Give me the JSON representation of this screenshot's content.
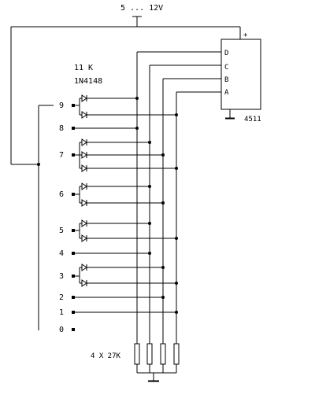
{
  "supply_label": "5 ... 12V",
  "diode_count_label": "11  K",
  "diode_part_label": "1N4148",
  "chip": {
    "label": "4511",
    "plus_label": "+",
    "inputs": [
      "D",
      "C",
      "B",
      "A"
    ]
  },
  "resistor_label": "4  X  27K",
  "switch_positions": [
    "9",
    "8",
    "7",
    "6",
    "5",
    "4",
    "3",
    "2",
    "1",
    "0"
  ]
}
